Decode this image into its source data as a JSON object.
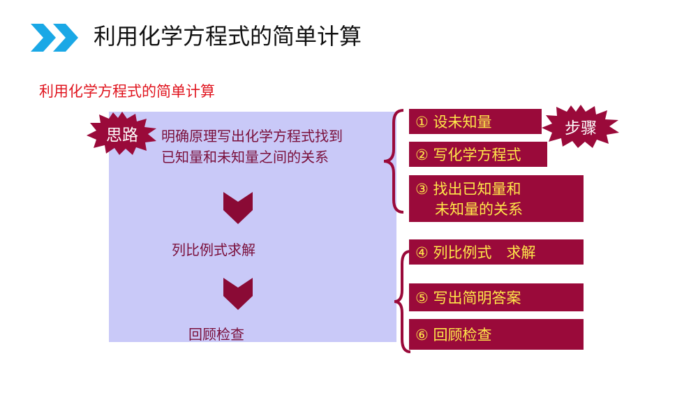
{
  "header": {
    "title": "利用化学方程式的简单计算",
    "icon": "double-chevron-icon",
    "accent_color": "#1aa8e6"
  },
  "subtitle": "利用化学方程式的简单计算",
  "thinking": {
    "badge": "思路",
    "principle": "明确原理写出化学方程式找到已知量和未知量之间的关系",
    "proportion": "列比例式求解",
    "review": "回顾检查"
  },
  "steps_badge": "步骤",
  "steps": [
    "① 设未知量",
    "② 写化学方程式",
    "③ 找出已知量和",
    "未知量的关系",
    "④ 列比例式　求解",
    "⑤ 写出简明答案",
    "⑥ 回顾检查"
  ],
  "colors": {
    "panel": "#c9c9f8",
    "step_box": "#9a0a3a",
    "step_text": "#ffe84a",
    "brace": "#9a0a3a",
    "subtitle": "#e0141e"
  }
}
